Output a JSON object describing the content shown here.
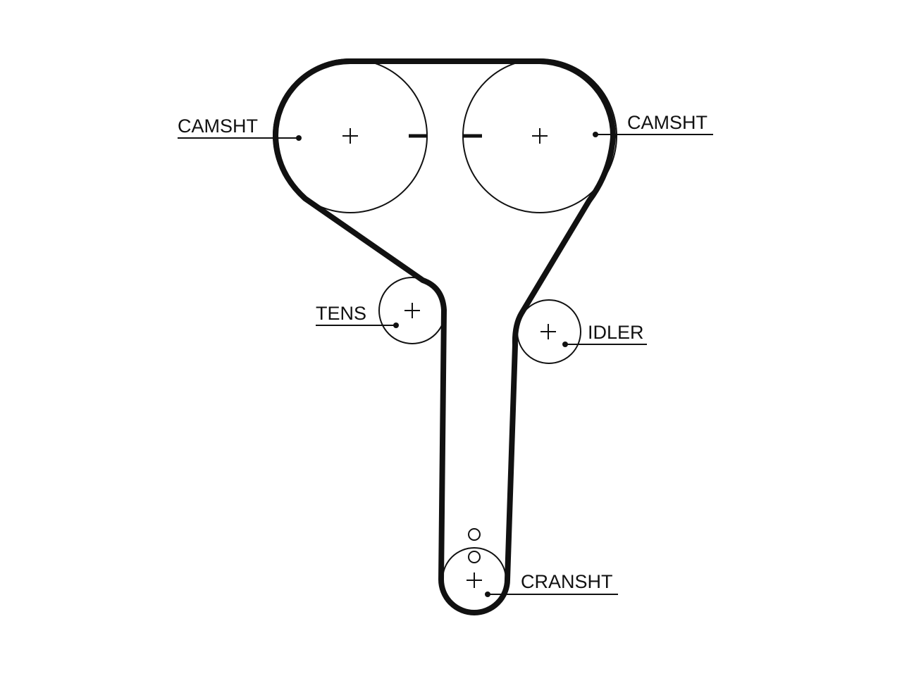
{
  "diagram": {
    "labels": {
      "camshaft_left": "CAMSHT",
      "camshaft_right": "CAMSHT",
      "tensioner": "TENS",
      "idler": "IDLER",
      "crankshaft": "CRANSHT"
    },
    "colors": {
      "ink": "#111111",
      "background": "#ffffff"
    }
  }
}
